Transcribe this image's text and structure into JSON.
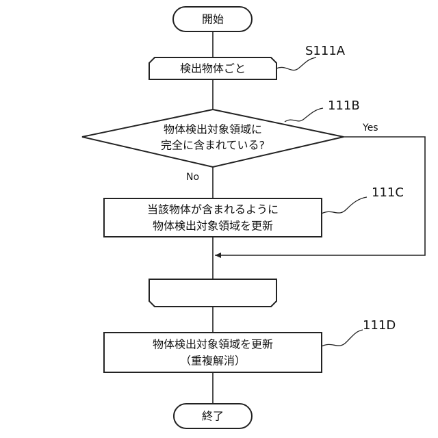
{
  "nodes": {
    "start": {
      "text": "開始"
    },
    "loop_start": {
      "text": "検出物体ごと"
    },
    "decision": {
      "line1": "物体検出対象領域に",
      "line2": "完全に含まれている?"
    },
    "update_include": {
      "line1": "当該物体が含まれるように",
      "line2": "物体検出対象領域を更新"
    },
    "loop_end": {
      "text": ""
    },
    "update_dedup": {
      "line1": "物体検出対象領域を更新",
      "line2": "（重複解消）"
    },
    "end": {
      "text": "終了"
    }
  },
  "refs": {
    "s111a": "S111A",
    "r111b": "111B",
    "r111c": "111C",
    "r111d": "111D"
  },
  "edges": {
    "yes": "Yes",
    "no": "No"
  },
  "colors": {
    "stroke": "#222222",
    "background": "#ffffff",
    "text": "#111111"
  }
}
